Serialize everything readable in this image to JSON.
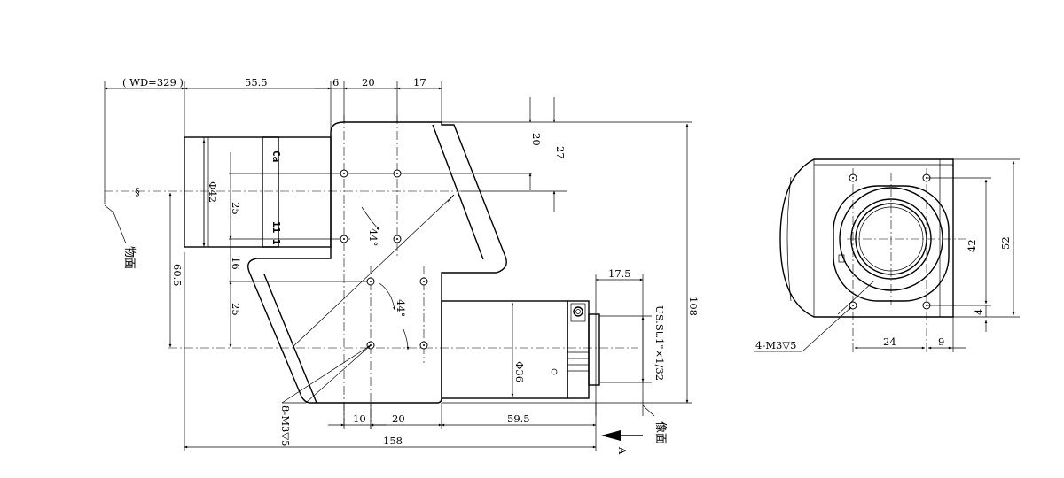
{
  "dimensions": {
    "wd": "( WD=329 )",
    "d55_5": "55.5",
    "d6": "6",
    "d20_top": "20",
    "d17": "17",
    "d20_right": "20",
    "d27": "27",
    "dia42": "Φ42",
    "d25_upper": "25",
    "d16": "16",
    "d25_lower": "25",
    "d60_5": "60.5",
    "ang1": "44°",
    "ang2": "44°",
    "d17_5": "17.5",
    "dia36": "Φ36",
    "mount": "US.St.1\"×1/32",
    "d108": "108",
    "d10": "10",
    "d20_bottom": "20",
    "d59_5": "59.5",
    "d158": "158",
    "d42": "42",
    "d52": "52",
    "d4": "4",
    "d24": "24",
    "d9": "9"
  },
  "labels": {
    "object_plane": "物面",
    "image_plane": "像面",
    "view_arrow": "A",
    "thread_left": "8-M3▽5",
    "thread_right": "4-M3▽5",
    "lens_text_1": "Ca",
    "lens_text_2": "11 1"
  }
}
